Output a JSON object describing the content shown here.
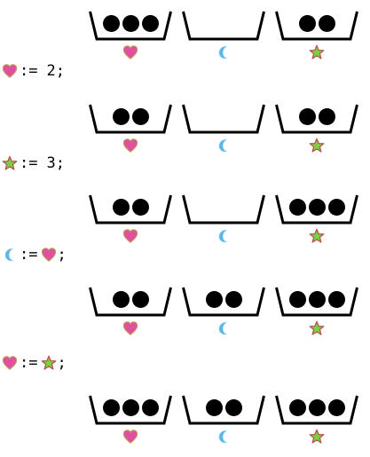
{
  "symbols": {
    "heart": {
      "icon": "heart-icon",
      "color": "#e0509e"
    },
    "moon": {
      "icon": "moon-icon",
      "color": "#59b6e6"
    },
    "star": {
      "icon": "star-icon",
      "color": "#7bd042",
      "outline": "#b5524e"
    }
  },
  "basket_order": [
    "heart",
    "moon",
    "star"
  ],
  "states": [
    {
      "heart": 3,
      "moon": 0,
      "star": 2
    },
    {
      "heart": 2,
      "moon": 0,
      "star": 2
    },
    {
      "heart": 2,
      "moon": 0,
      "star": 3
    },
    {
      "heart": 2,
      "moon": 2,
      "star": 3
    },
    {
      "heart": 3,
      "moon": 2,
      "star": 3
    }
  ],
  "statements": [
    {
      "target": "heart",
      "op": ":=",
      "value": "2",
      "end": ";"
    },
    {
      "target": "star",
      "op": ":=",
      "value": "3",
      "end": ";"
    },
    {
      "target": "moon",
      "op": ":=",
      "value_symbol": "heart",
      "end": ";"
    },
    {
      "target": "heart",
      "op": ":=",
      "value_symbol": "star",
      "end": ";"
    }
  ]
}
